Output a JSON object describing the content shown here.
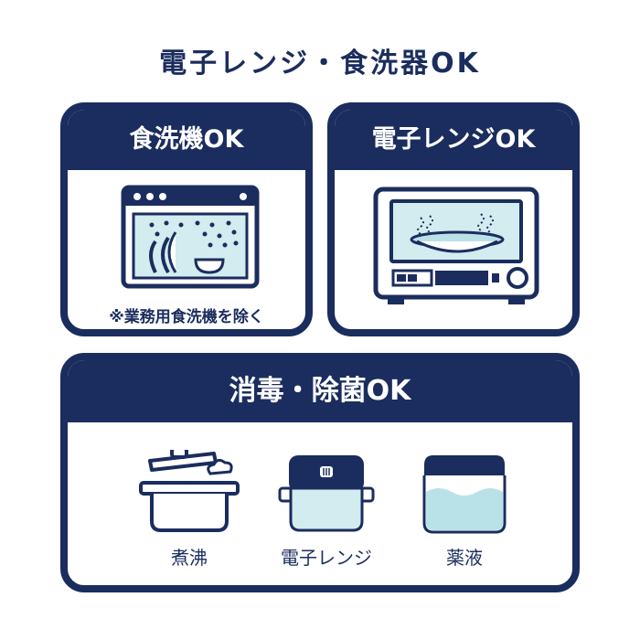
{
  "title": "電子レンジ・食洗器OK",
  "cards": {
    "dishwasher": {
      "heading": "食洗機OK",
      "note": "※業務用食洗機を除く",
      "icon": "dishwasher-icon"
    },
    "microwave": {
      "heading": "電子レンジOK",
      "icon": "microwave-icon"
    },
    "sanitize": {
      "heading": "消毒・除菌OK",
      "items": [
        {
          "label": "煮沸",
          "icon": "boiling-pot-icon"
        },
        {
          "label": "電子レンジ",
          "icon": "lidded-container-icon"
        },
        {
          "label": "薬液",
          "icon": "chemical-liquid-icon"
        }
      ]
    }
  },
  "colors": {
    "navy": "#1b2d5e",
    "light_blue": "#d3ecef",
    "water": "#b9e2e8"
  }
}
